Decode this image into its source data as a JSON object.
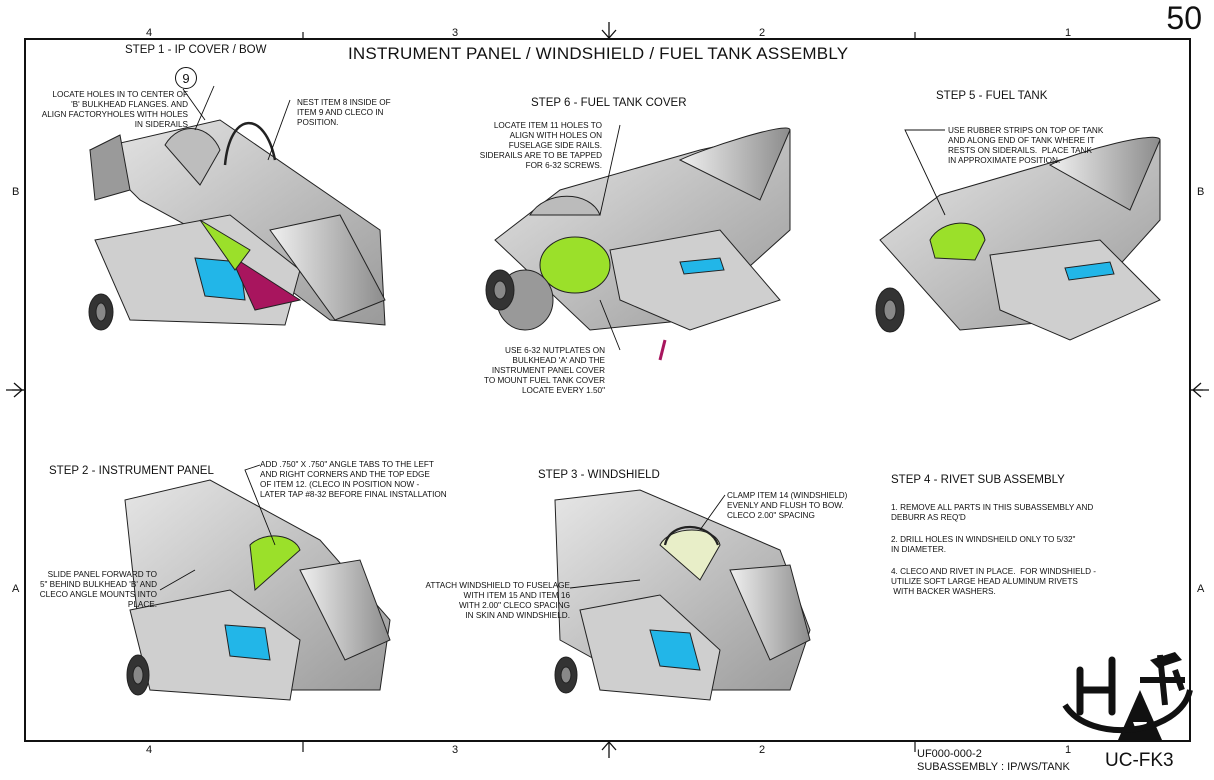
{
  "sheet_number": "50",
  "title": "INSTRUMENT PANEL / WINDSHIELD / FUEL TANK ASSEMBLY",
  "zones": {
    "top": [
      "4",
      "3",
      "2",
      "1"
    ],
    "bottom": [
      "4",
      "3",
      "2",
      "1"
    ],
    "left": [
      "B",
      "A"
    ],
    "right": [
      "B",
      "A"
    ]
  },
  "steps": {
    "step1": {
      "heading": "STEP 1 - IP COVER / BOW",
      "item_balloon": "9",
      "note_left": [
        "LOCATE HOLES IN TO CENTER OF",
        "'B' BULKHEAD FLANGES. AND",
        "ALIGN FACTORYHOLES WITH HOLES",
        "IN SIDERAILS"
      ],
      "note_right": [
        "NEST ITEM 8 INSIDE OF",
        "ITEM 9 AND CLECO IN",
        "POSITION."
      ]
    },
    "step6": {
      "heading": "STEP 6 - FUEL TANK COVER",
      "note_top": [
        "LOCATE ITEM 11 HOLES TO",
        "ALIGN WITH HOLES ON",
        "FUSELAGE SIDE RAILS.",
        "SIDERAILS ARE TO BE TAPPED",
        "FOR 6-32 SCREWS."
      ],
      "note_bottom": [
        "USE 6-32 NUTPLATES ON",
        "BULKHEAD 'A' AND THE",
        "INSTRUMENT PANEL COVER",
        "TO MOUNT FUEL TANK COVER",
        "LOCATE EVERY 1.50\""
      ]
    },
    "step5": {
      "heading": "STEP 5 - FUEL TANK",
      "note": [
        "USE RUBBER STRIPS ON TOP OF TANK",
        "AND ALONG END OF TANK WHERE IT",
        "RESTS ON SIDERAILS.  PLACE TANK",
        "IN APPROXIMATE POSITION."
      ]
    },
    "step2": {
      "heading": "STEP 2 - INSTRUMENT PANEL",
      "note_top": [
        "ADD .750\" X .750\" ANGLE TABS TO THE LEFT",
        "AND RIGHT CORNERS AND THE TOP EDGE",
        "OF ITEM 12. (CLECO IN POSITION NOW -",
        "LATER TAP #8-32 BEFORE FINAL INSTALLATION"
      ],
      "note_left": [
        "SLIDE PANEL FORWARD TO",
        "5\" BEHIND BULKHEAD 'B' AND",
        "CLECO ANGLE MOUNTS INTO",
        "PLACE."
      ]
    },
    "step3": {
      "heading": "STEP 3 - WINDSHIELD",
      "note_right": [
        "CLAMP ITEM 14 (WINDSHIELD)",
        "EVENLY AND FLUSH TO BOW.",
        "CLECO 2.00\" SPACING"
      ],
      "note_left": [
        "ATTACH WINDSHIELD TO FUSELAGE",
        "WITH ITEM 15 AND ITEM 16",
        "WITH 2.00\" CLECO SPACING",
        "IN SKIN AND WINDSHIELD."
      ]
    },
    "step4": {
      "heading": "STEP 4 - RIVET SUB ASSEMBLY",
      "items": [
        [
          "1. REMOVE ALL PARTS IN THIS SUBASSEMBLY AND",
          "DEBURR AS REQ'D"
        ],
        [
          "2. DRILL HOLES IN WINDSHEILD ONLY TO 5/32\"",
          "IN DIAMETER."
        ],
        [
          "4. CLECO AND RIVET IN PLACE.  FOR WINDSHIELD -",
          "UTILIZE SOFT LARGE HEAD ALUMINUM RIVETS",
          " WITH BACKER WASHERS."
        ]
      ]
    }
  },
  "title_block": {
    "doc_number": "UF000-000-2",
    "subassembly": "SUBASSEMBLY : IP/WS/TANK",
    "model": "UC-FK3"
  },
  "colors": {
    "skin": "#c9c9c9",
    "blue_panel": "#22b6e8",
    "green_part": "#9be02a",
    "magenta_part": "#a8155e"
  }
}
